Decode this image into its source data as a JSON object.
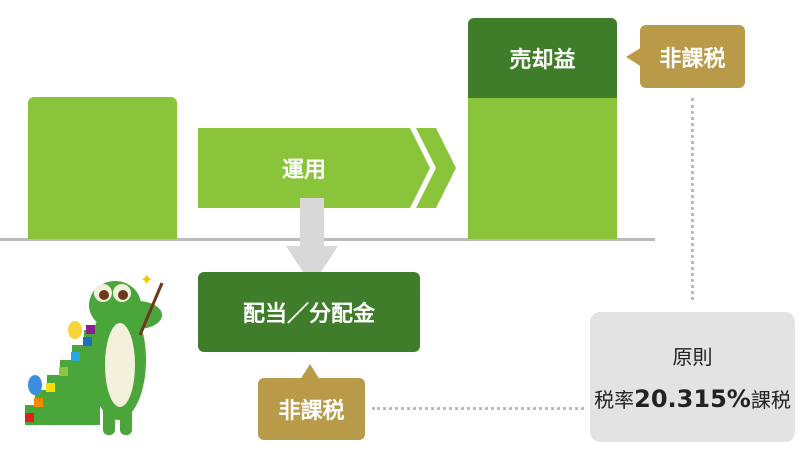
{
  "labels": {
    "operation": "運用",
    "capital_gain": "売却益",
    "tax_free_top": "非課税",
    "dividend": "配当／分配金",
    "tax_free_bottom": "非課税",
    "principle": "原則",
    "tax_rate_prefix": "税率",
    "tax_rate_value": "20.315%",
    "tax_rate_suffix": "課税"
  },
  "colors": {
    "light_green": "#8ac43a",
    "dark_green": "#3f7d2a",
    "gold": "#b99a48",
    "gray_box": "#e3e3e3"
  }
}
